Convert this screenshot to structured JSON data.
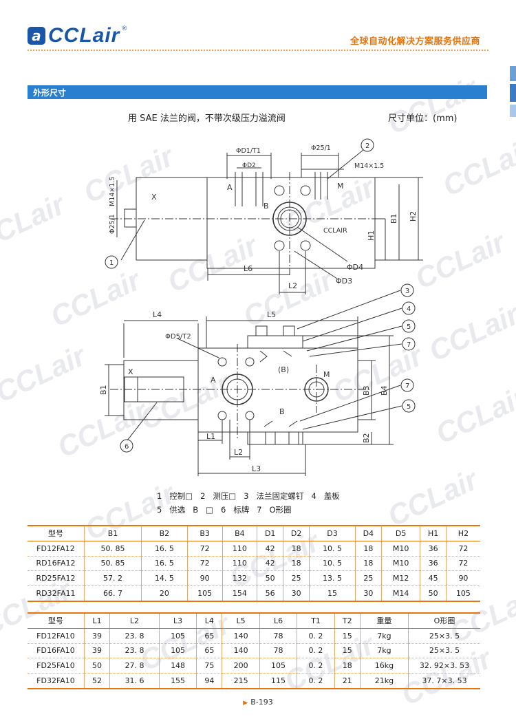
{
  "header": {
    "logo_mark": "a",
    "logo_text": "CCLair",
    "logo_reg": "®",
    "slogan": "全球自动化解决方案服务供应商"
  },
  "colors": {
    "brand": "#1a56a8",
    "accent": "#e8730c",
    "bar": "#2a7fd0"
  },
  "section": {
    "title": "外形尺寸"
  },
  "subtitle": {
    "left": "用 SAE 法兰的阀，不带次级压力溢流阀",
    "right": "尺寸单位：(mm)"
  },
  "drawing_labels": {
    "top": {
      "d1t1": "ΦD1/T1",
      "d2": "ΦD2",
      "p25_top": "Φ25/1",
      "m14_top": "M14×1.5",
      "m14_left": "M14×1.5",
      "p25_left": "Φ25/1",
      "x": "X",
      "a": "A",
      "b": "B",
      "m": "M",
      "plate": "CCLAIR",
      "b1": "B1",
      "h1": "H1",
      "h2": "H2",
      "l6": "L6",
      "l2": "L2",
      "d4": "ΦD4",
      "d3": "ΦD3",
      "c1": "1",
      "c2": "2"
    },
    "bottom": {
      "l4": "L4",
      "l5": "L5",
      "d5t2": "ΦD5/T2",
      "x": "X",
      "b1": "B1",
      "a": "A",
      "bp": "(B)",
      "m": "M",
      "b": "B",
      "b3": "B3",
      "b4": "B4",
      "b2": "B2",
      "l1": "L1",
      "l2": "L2",
      "l3": "L3",
      "c3": "3",
      "c4": "4",
      "c5a": "5",
      "c7a": "7",
      "c7b": "7",
      "c5b": "5",
      "c6": "6"
    }
  },
  "legend": {
    "line1": "1   控制□   2   测压□   3   法兰固定螺钉   4   盖板",
    "line2": "5   供选   B   □   6   标牌   7   O形圈"
  },
  "table1": {
    "headers": [
      "型号",
      "B1",
      "B2",
      "B3",
      "B4",
      "D1",
      "D2",
      "D3",
      "D4",
      "D5",
      "H1",
      "H2"
    ],
    "rows": [
      [
        "FD12FA12",
        "50. 85",
        "16. 5",
        "72",
        "110",
        "42",
        "18",
        "10. 5",
        "18",
        "M10",
        "36",
        "72"
      ],
      [
        "RD16FA12",
        "50. 85",
        "16. 5",
        "72",
        "110",
        "42",
        "18",
        "10. 5",
        "18",
        "M10",
        "36",
        "72"
      ],
      [
        "RD25FA12",
        "57. 2",
        "14. 5",
        "90",
        "132",
        "50",
        "25",
        "13. 5",
        "25",
        "M12",
        "45",
        "90"
      ],
      [
        "RD32FA11",
        "66. 7",
        "20",
        "105",
        "154",
        "56",
        "30",
        "15",
        "30",
        "M14",
        "50",
        "105"
      ]
    ]
  },
  "table2": {
    "headers": [
      "型号",
      "L1",
      "L2",
      "L3",
      "L4",
      "L5",
      "L6",
      "T1",
      "T2",
      "重量",
      "O形圈"
    ],
    "rows": [
      [
        "FD12FA10",
        "39",
        "23. 8",
        "105",
        "65",
        "140",
        "78",
        "0. 2",
        "15",
        "7kg",
        "25×3. 5"
      ],
      [
        "FD16FA10",
        "39",
        "23. 8",
        "105",
        "65",
        "140",
        "78",
        "0. 2",
        "15",
        "7kg",
        "25×3. 5"
      ],
      [
        "FD25FA10",
        "50",
        "27. 8",
        "148",
        "75",
        "200",
        "105",
        "0. 2",
        "18",
        "16kg",
        "32. 92×3. 53"
      ],
      [
        "FD32FA10",
        "52",
        "31. 6",
        "155",
        "94",
        "215",
        "115",
        "0. 2",
        "21",
        "21kg",
        "37. 7×3. 53"
      ]
    ]
  },
  "footer": {
    "marker": "▶",
    "page": "B-193"
  }
}
